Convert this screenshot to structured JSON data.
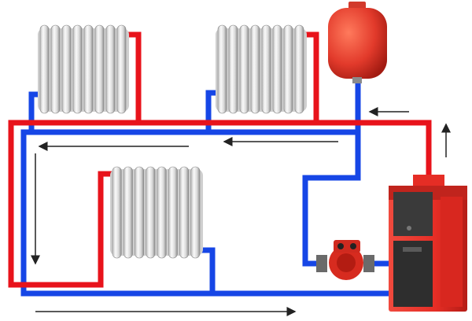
{
  "diagram": {
    "kind": "heating-system-schematic",
    "colors": {
      "hot_pipe": "#e8131b",
      "cold_pipe": "#1646e6",
      "radiator_light": "#f2f2f2",
      "radiator_shade": "#9a9a9a",
      "boiler_red": "#e52d25",
      "boiler_dark": "#3a3a3a",
      "tank_red": "#e23a2b",
      "arrow": "#222222",
      "background": "#ffffff"
    },
    "components": [
      {
        "name": "radiator-top-left",
        "type": "radiator",
        "sections": 8
      },
      {
        "name": "radiator-top-right",
        "type": "radiator",
        "sections": 8
      },
      {
        "name": "radiator-bottom",
        "type": "radiator",
        "sections": 8
      },
      {
        "name": "expansion-tank",
        "type": "expansion-tank"
      },
      {
        "name": "circulation-pump",
        "type": "pump"
      },
      {
        "name": "boiler",
        "type": "solid-fuel-boiler"
      }
    ],
    "flow_arrows": [
      {
        "name": "arrow-top-return-left",
        "direction": "left"
      },
      {
        "name": "arrow-mid-return-left",
        "direction": "left"
      },
      {
        "name": "arrow-from-tank-left",
        "direction": "left"
      },
      {
        "name": "arrow-boiler-up",
        "direction": "up"
      },
      {
        "name": "arrow-left-down",
        "direction": "down"
      },
      {
        "name": "arrow-bottom-right",
        "direction": "right"
      }
    ]
  }
}
